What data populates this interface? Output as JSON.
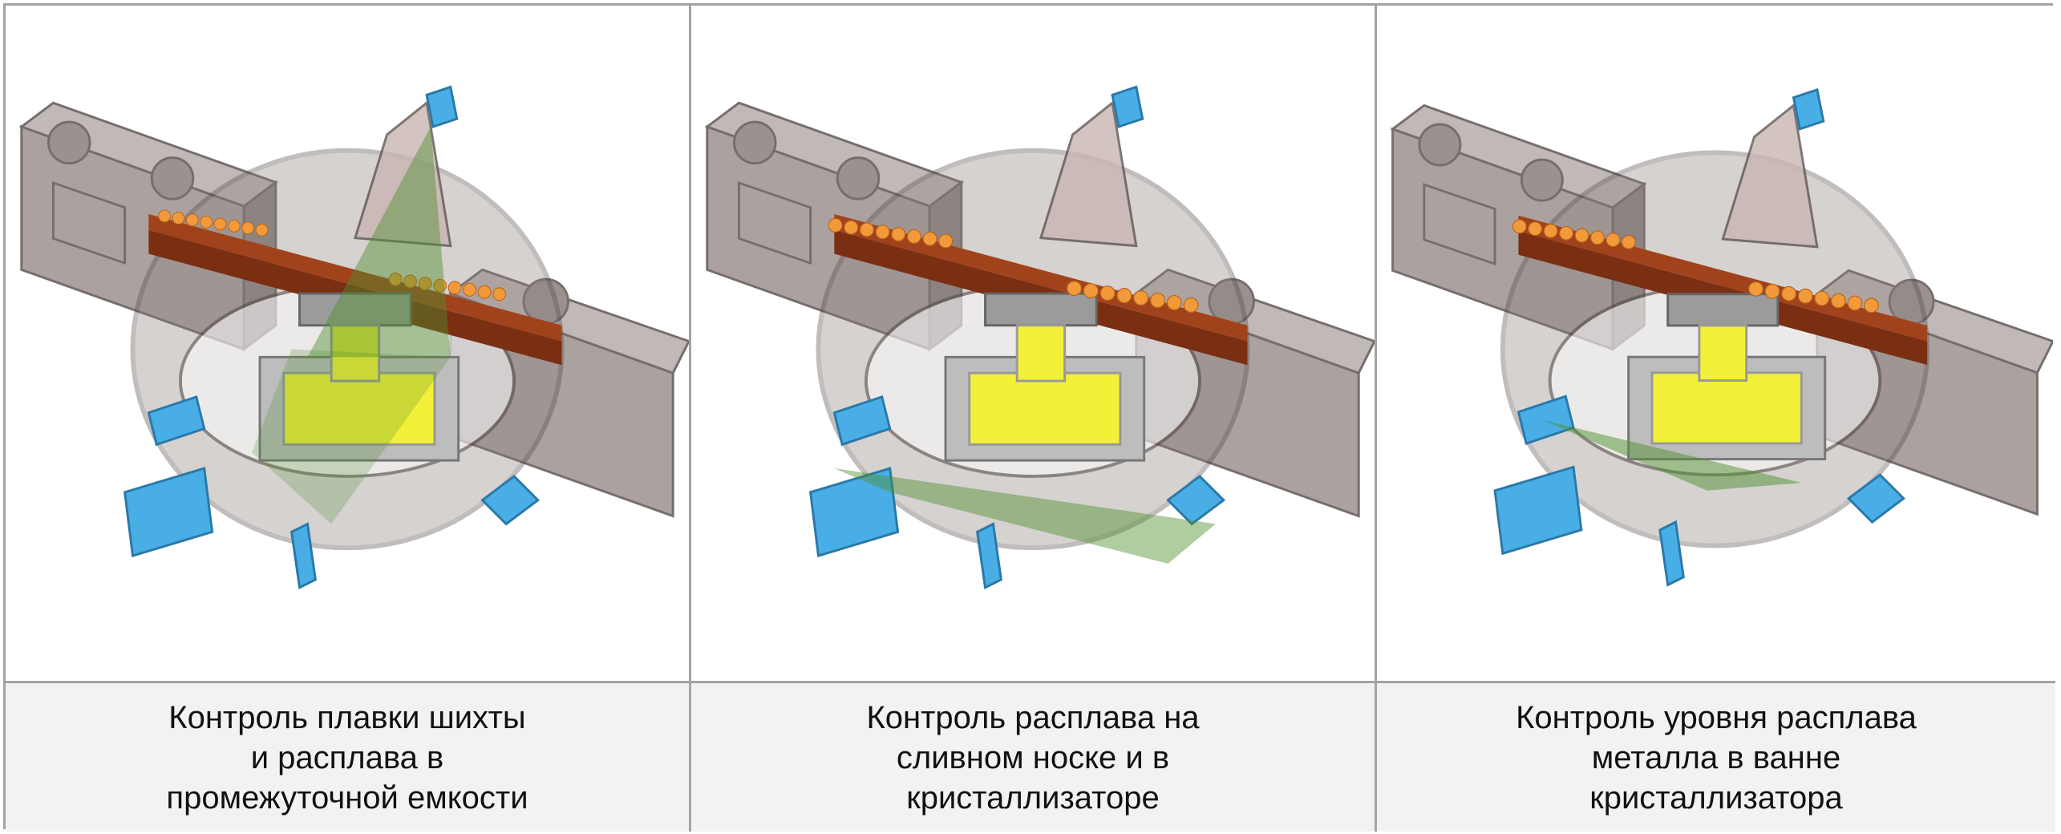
{
  "panels": [
    {
      "caption_lines": [
        "Контроль плавки шихты",
        "и расплава в",
        "промежуточной емкости"
      ],
      "beam_target": "charge-and-intermediate-vessel"
    },
    {
      "caption_lines": [
        "Контроль расплава на",
        "сливном носке и в",
        "кристаллизаторе"
      ],
      "beam_target": "spout-and-crystallizer"
    },
    {
      "caption_lines": [
        "Контроль уровня расплава",
        "металла в ванне",
        "кристаллизатора"
      ],
      "beam_target": "crystallizer-bath-level"
    }
  ],
  "colors": {
    "housing": "#8a7f7c",
    "housing_dark": "#5e5553",
    "conveyor": "#7a2e12",
    "ingot": "#f29a3a",
    "sensor": "#4aaee6",
    "melt": "#f3f03a",
    "beam": "#4f8f2f",
    "caption_bg": "#f2f2f0",
    "border": "#a3a3a3"
  }
}
